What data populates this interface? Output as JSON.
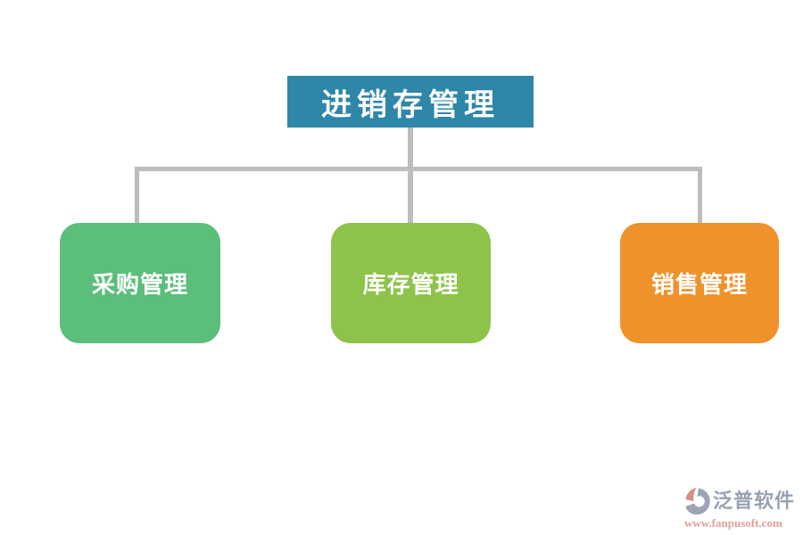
{
  "diagram": {
    "root": {
      "label": "进销存管理",
      "color": "#2e86a8",
      "text_color": "#ffffff"
    },
    "children": [
      {
        "label": "采购管理",
        "color": "#5bbe7b",
        "text_color": "#ffffff"
      },
      {
        "label": "库存管理",
        "color": "#8dc34a",
        "text_color": "#ffffff"
      },
      {
        "label": "销售管理",
        "color": "#f0922b",
        "text_color": "#ffffff"
      }
    ],
    "connector_color": "#bdbdbd",
    "background_color": "#ffffff"
  },
  "watermark": {
    "brand": "泛普软件",
    "url": "www.fanpusoft.com",
    "brand_color": "#8791a5",
    "url_color": "#dc8e84",
    "logo_accent_color": "#ce7a72",
    "logo_body_color": "#8b95a9"
  }
}
